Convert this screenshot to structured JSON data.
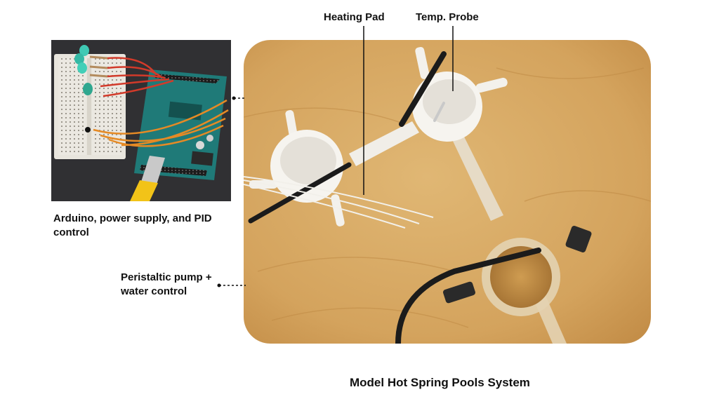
{
  "labels": {
    "heating_pad": "Heating Pad",
    "temp_probe": "Temp. Probe",
    "arduino": "Arduino, power supply, and PID control",
    "pump": "Peristaltic pump + water control"
  },
  "caption": "Model Hot Spring Pools System",
  "colors": {
    "sand": "#d9ab66",
    "breadboard": "#e9e6df",
    "arduino_board": "#1f7a78",
    "wire_red": "#d23a2a",
    "wire_orange": "#e58a25",
    "usb_yellow": "#f2c318",
    "text": "#111111"
  }
}
